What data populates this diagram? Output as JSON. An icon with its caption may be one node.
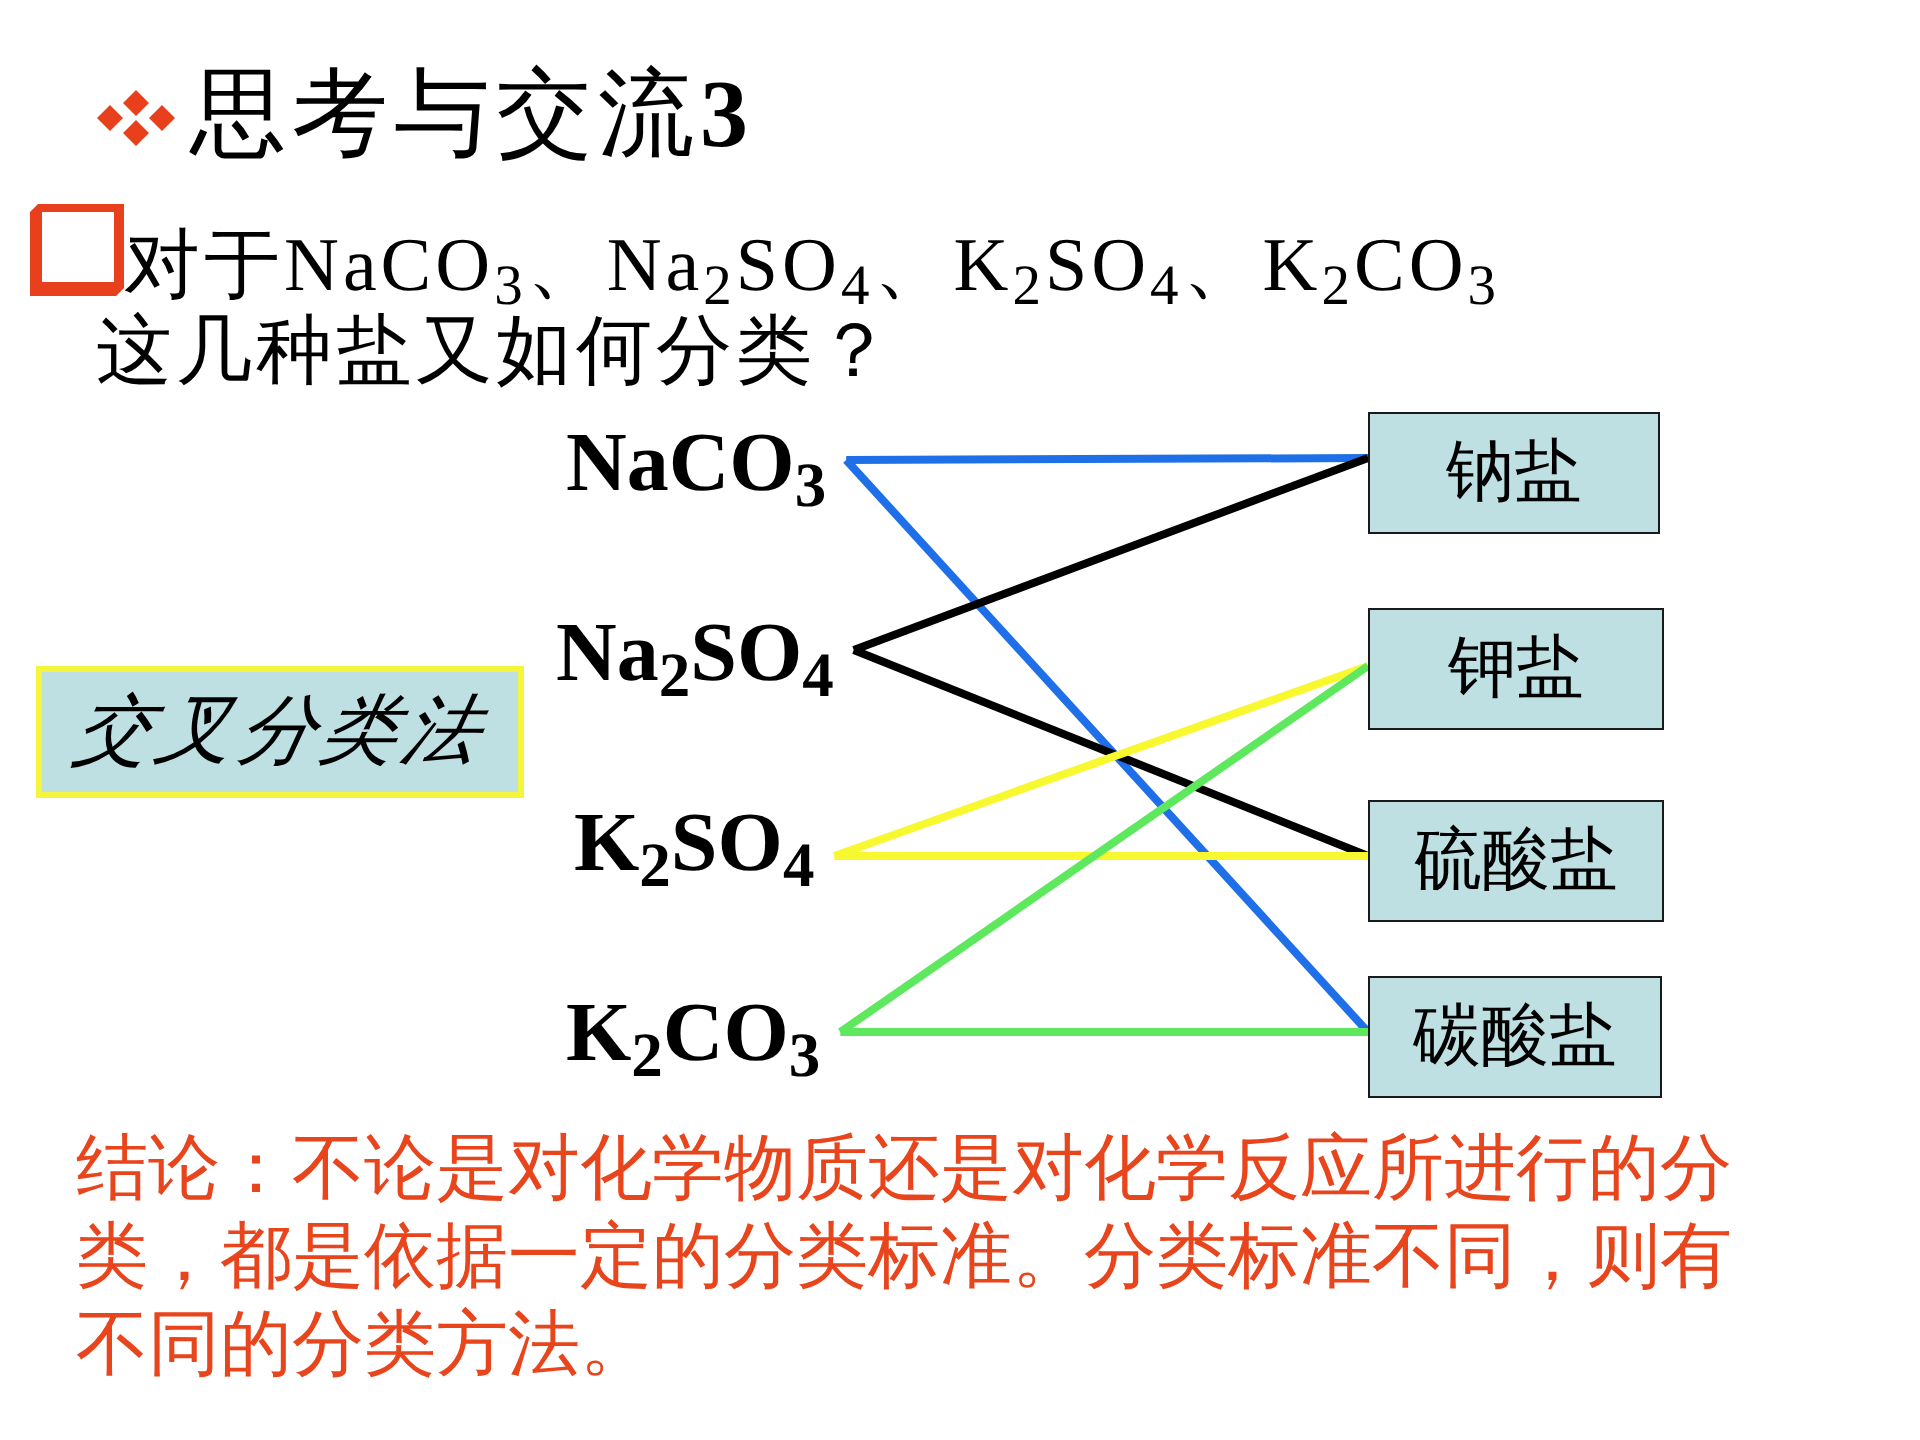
{
  "diagram": {
    "title": "思考与交流**3**",
    "nodes": [
      {
        "text": [
          "NaCO$_{3}$"
        ]
      },
      {
        "text": [
          "Na$_{2}$SO$_{4}$"
        ]
      },
      {
        "text": [
          "K$_{2}$SO$_{4}$"
        ]
      },
      {
        "text": [
          "K$_{2}$CO$_{3}$"
        ]
      },
      {
        "text": [
          "钠盐"
        ]
      },
      {
        "text": [
          "钾盐"
        ]
      },
      {
        "text": [
          "硫酸盐"
        ]
      },
      {
        "text": [
          "碳酸盐"
        ]
      },
      {
        "text": [
          "交叉分类法"
        ]
      }
    ],
    "edges": [
      {
        "from": 0,
        "to": 4,
        "arrow": "none",
        "color": "#1f6fe8"
      },
      {
        "from": 0,
        "to": 7,
        "arrow": "none",
        "color": "#1f6fe8"
      },
      {
        "from": 1,
        "to": 4,
        "arrow": "none",
        "color": "#000000"
      },
      {
        "from": 1,
        "to": 6,
        "arrow": "none",
        "color": "#000000"
      },
      {
        "from": 2,
        "to": 5,
        "arrow": "none",
        "color": "#f8f830"
      },
      {
        "from": 2,
        "to": 6,
        "arrow": "none",
        "color": "#f8f830"
      },
      {
        "from": 3,
        "to": 5,
        "arrow": "none",
        "color": "#5ee85e"
      },
      {
        "from": 3,
        "to": 7,
        "arrow": "none",
        "color": "#5ee85e"
      }
    ],
    "labels": [
      "对于NaCO$_{3}$、Na$_{2}$SO$_{4}$、K$_{2}$SO$_{4}$、K$_{2}$CO$_{3}$这几种盐又如何分类？",
      "结论：不论是对化学物质还是对化学反应所进行的分类，都是依据一定的分类标准。分类标准不同，则有不同的分类方法。"
    ]
  }
}
